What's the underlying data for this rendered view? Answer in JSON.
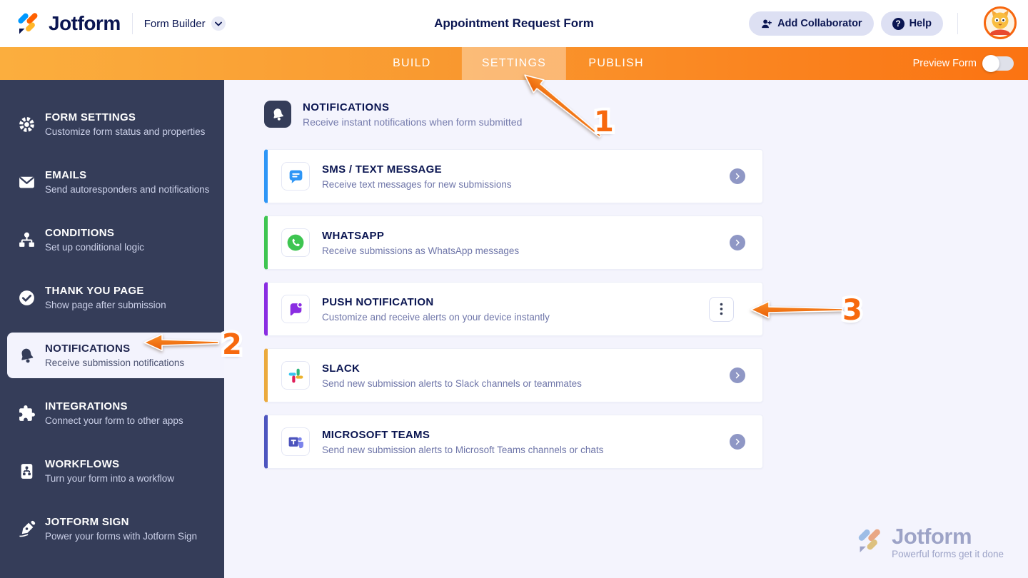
{
  "header": {
    "brand": "Jotform",
    "product_label": "Form Builder",
    "form_title": "Appointment Request Form",
    "add_collaborator_label": "Add Collaborator",
    "help_label": "Help",
    "help_icon_glyph": "?"
  },
  "navbar": {
    "tabs": [
      {
        "label": "BUILD",
        "active": false
      },
      {
        "label": "SETTINGS",
        "active": true
      },
      {
        "label": "PUBLISH",
        "active": false
      }
    ],
    "preview_label": "Preview Form",
    "preview_toggle_state": "off"
  },
  "sidebar": {
    "items": [
      {
        "title": "FORM SETTINGS",
        "subtitle": "Customize form status and properties",
        "icon": "gear-icon",
        "active": false
      },
      {
        "title": "EMAILS",
        "subtitle": "Send autoresponders and notifications",
        "icon": "envelope-icon",
        "active": false
      },
      {
        "title": "CONDITIONS",
        "subtitle": "Set up conditional logic",
        "icon": "conditions-icon",
        "active": false
      },
      {
        "title": "THANK YOU PAGE",
        "subtitle": "Show page after submission",
        "icon": "check-circle-icon",
        "active": false
      },
      {
        "title": "NOTIFICATIONS",
        "subtitle": "Receive submission notifications",
        "icon": "bell-icon",
        "active": true
      },
      {
        "title": "INTEGRATIONS",
        "subtitle": "Connect your form to other apps",
        "icon": "puzzle-icon",
        "active": false
      },
      {
        "title": "WORKFLOWS",
        "subtitle": "Turn your form into a workflow",
        "icon": "workflow-icon",
        "active": false
      },
      {
        "title": "JOTFORM SIGN",
        "subtitle": "Power your forms with Jotform Sign",
        "icon": "pen-nib-icon",
        "active": false
      }
    ]
  },
  "main": {
    "section": {
      "title": "NOTIFICATIONS",
      "subtitle": "Receive instant notifications when form submitted",
      "icon": "bell-icon"
    },
    "cards": [
      {
        "title": "SMS / TEXT MESSAGE",
        "subtitle": "Receive text messages for new submissions",
        "accent": "#2E96F6",
        "icon": "sms-icon",
        "action": "chevron"
      },
      {
        "title": "WHATSAPP",
        "subtitle": "Receive submissions as WhatsApp messages",
        "accent": "#3EC551",
        "icon": "whatsapp-icon",
        "action": "chevron"
      },
      {
        "title": "PUSH NOTIFICATION",
        "subtitle": "Customize and receive alerts on your device instantly",
        "accent": "#8A2DE2",
        "icon": "push-notification-icon",
        "action": "kebab"
      },
      {
        "title": "SLACK",
        "subtitle": "Send new submission alerts to Slack channels or teammates",
        "accent": "#EBAA3D",
        "icon": "slack-icon",
        "action": "chevron"
      },
      {
        "title": "MICROSOFT TEAMS",
        "subtitle": "Send new submission alerts to Microsoft Teams channels or chats",
        "accent": "#4D55BF",
        "icon": "ms-teams-icon",
        "action": "chevron"
      }
    ]
  },
  "watermark": {
    "brand": "Jotform",
    "tagline": "Powerful forms get it done"
  },
  "annotations": {
    "step1": "1",
    "step2": "2",
    "step3": "3",
    "arrow_color": "#F7690E"
  }
}
